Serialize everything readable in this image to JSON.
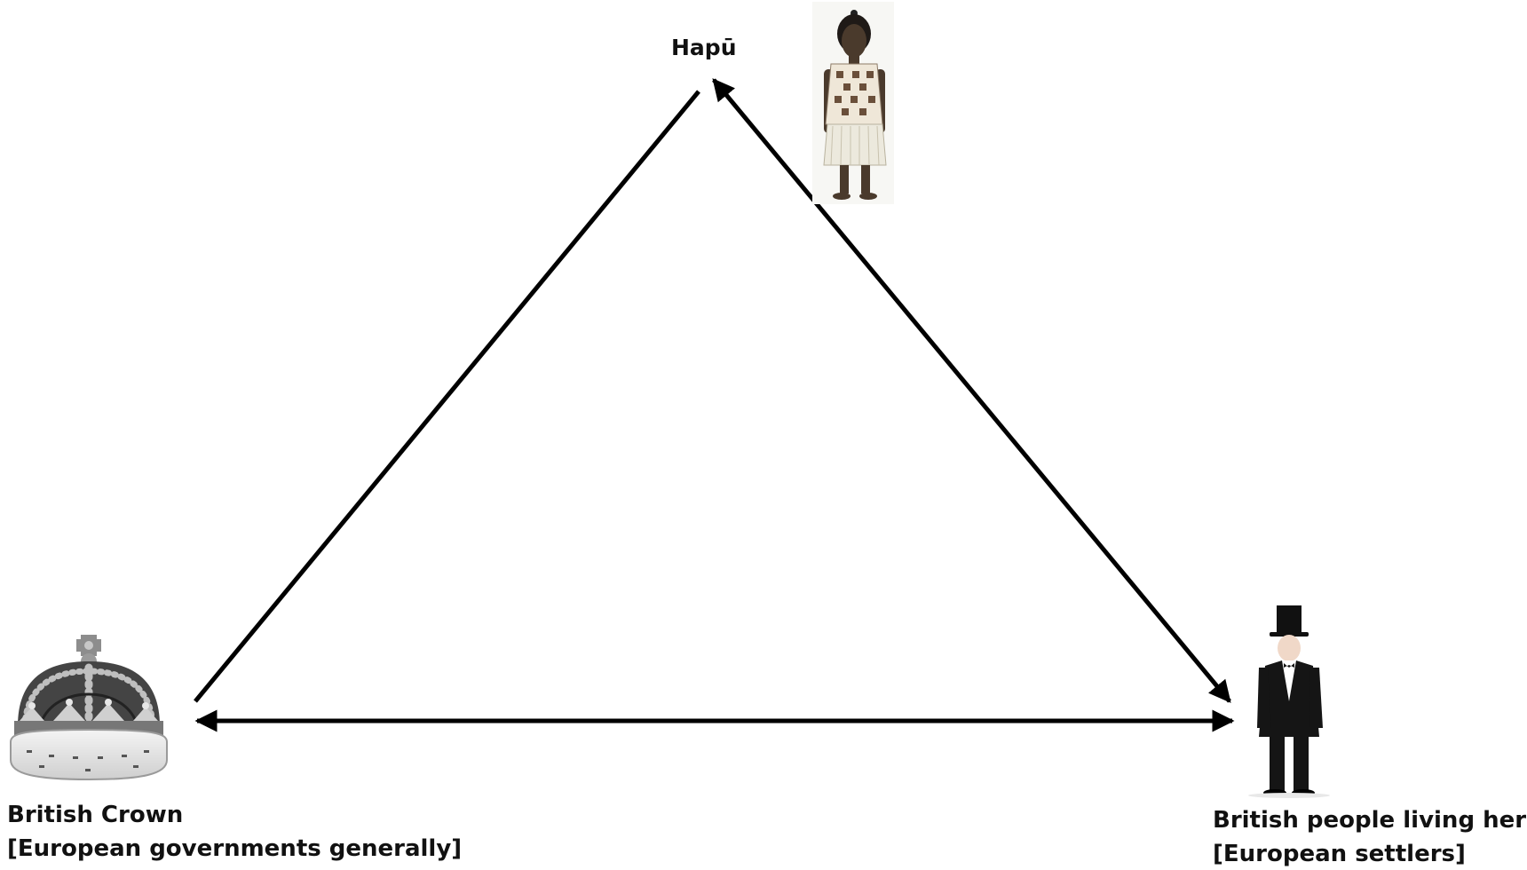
{
  "diagram": {
    "nodes": {
      "hapu": {
        "title": "Hapū",
        "icon": "maori-figure-icon"
      },
      "crown": {
        "title": "British Crown",
        "subtitle": "[European governments generally]",
        "icon": "crown-icon"
      },
      "settlers": {
        "title": "British people living here",
        "subtitle": "[European settlers]",
        "icon": "top-hat-gentleman-icon"
      }
    },
    "edges": [
      {
        "from": "crown",
        "to": "hapu",
        "arrow_start": false,
        "arrow_end": false
      },
      {
        "from": "hapu",
        "to": "settlers",
        "arrow_start": true,
        "arrow_end": true
      },
      {
        "from": "crown",
        "to": "settlers",
        "arrow_start": true,
        "arrow_end": true
      }
    ],
    "colors": {
      "line": "#000000",
      "text": "#111111",
      "background": "#ffffff"
    }
  }
}
